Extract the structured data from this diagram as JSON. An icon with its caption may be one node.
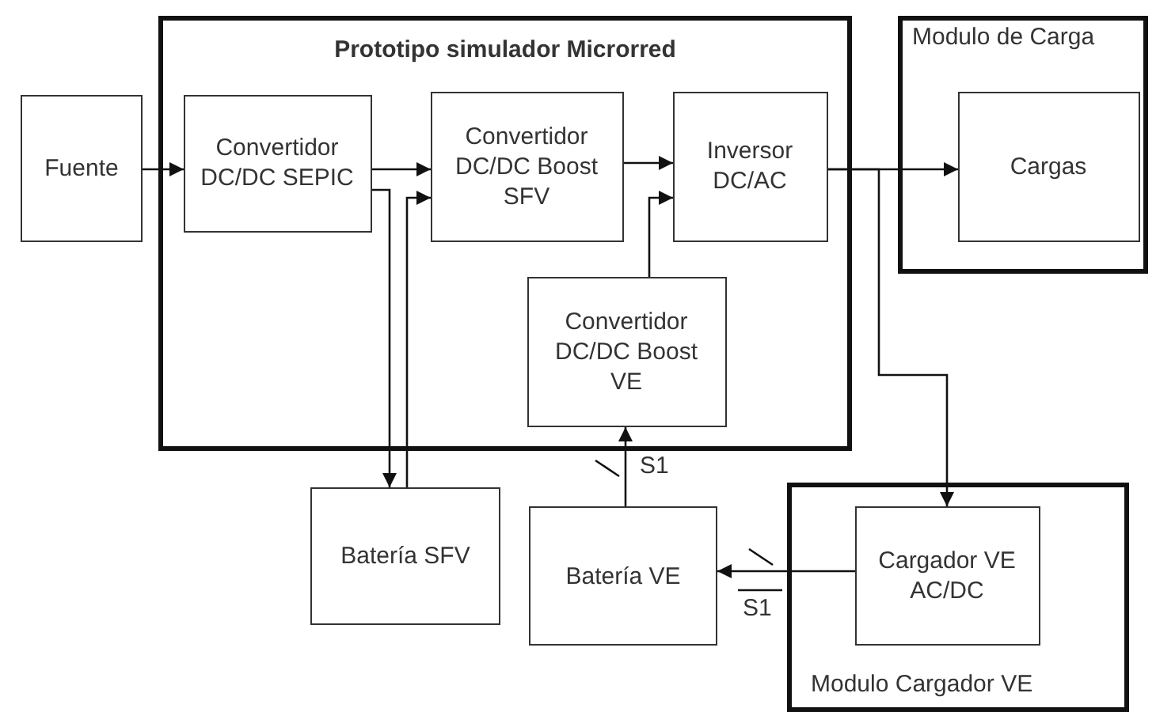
{
  "diagram": {
    "nodes": [
      {
        "text": [
          "Fuente"
        ]
      },
      {
        "text": [
          "Prototipo simulador Microrred"
        ]
      },
      {
        "text": [
          "Convertidor DC/DC SEPIC"
        ],
        "in": 1
      },
      {
        "text": [
          "Convertidor DC/DC Boost SFV"
        ],
        "in": 1
      },
      {
        "text": [
          "Inversor DC/AC"
        ],
        "in": 1
      },
      {
        "text": [
          "Convertidor DC/DC Boost VE"
        ],
        "in": 1
      },
      {
        "text": [
          "Modulo de Carga"
        ]
      },
      {
        "text": [
          "Cargas"
        ],
        "in": 6
      },
      {
        "text": [
          "Batería SFV"
        ]
      },
      {
        "text": [
          "Batería VE"
        ]
      },
      {
        "text": [
          "Modulo Cargador VE"
        ]
      },
      {
        "text": [
          "Cargador VE AC/DC"
        ],
        "in": 10
      }
    ],
    "edges": [
      {
        "from": 0,
        "to": 2,
        "arrow": "to"
      },
      {
        "from": 2,
        "to": 3,
        "arrow": "to"
      },
      {
        "from": 3,
        "to": 4,
        "arrow": "to"
      },
      {
        "from": 5,
        "to": 4,
        "arrow": "to"
      },
      {
        "from": 2,
        "to": 8,
        "arrow": "to"
      },
      {
        "from": 8,
        "to": 3,
        "arrow": "to"
      },
      {
        "from": 4,
        "to": 7,
        "arrow": "to"
      },
      {
        "from": 4,
        "to": 11,
        "arrow": "to"
      },
      {
        "from": 9,
        "to": 5,
        "arrow": "to",
        "label": "S1"
      },
      {
        "from": 11,
        "to": 9,
        "arrow": "to",
        "label": "S1"
      }
    ]
  }
}
